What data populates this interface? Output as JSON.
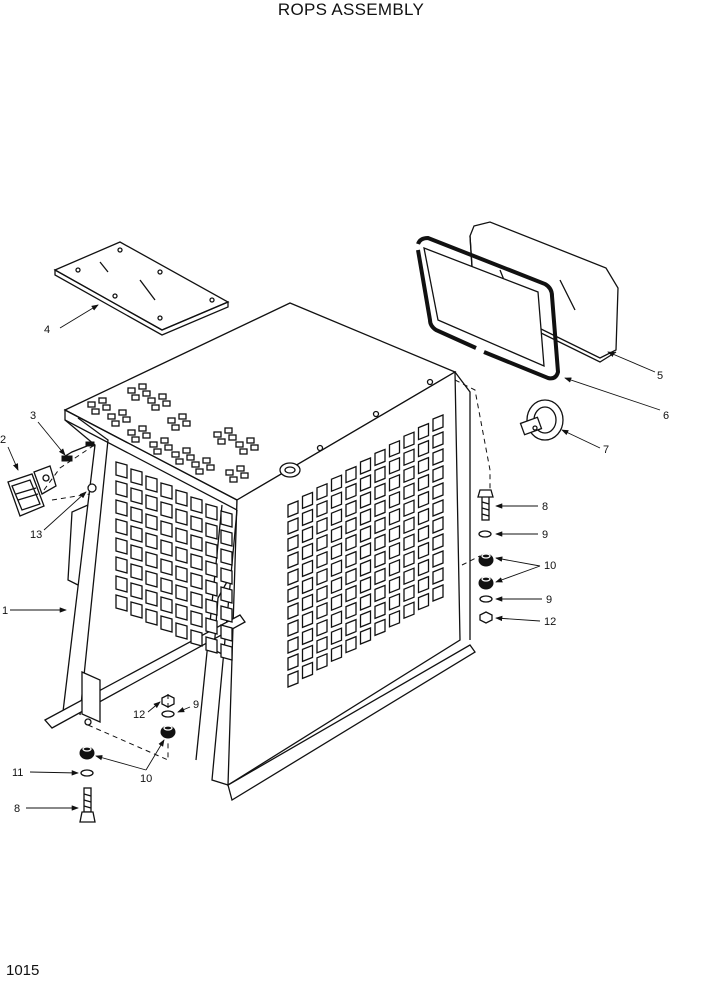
{
  "title": "ROPS ASSEMBLY",
  "page_number": "1015",
  "callouts": [
    {
      "id": "c1",
      "label": "1"
    },
    {
      "id": "c2",
      "label": "2"
    },
    {
      "id": "c3",
      "label": "3"
    },
    {
      "id": "c4",
      "label": "4"
    },
    {
      "id": "c5",
      "label": "5"
    },
    {
      "id": "c6",
      "label": "6"
    },
    {
      "id": "c7",
      "label": "7"
    },
    {
      "id": "c8a",
      "label": "8"
    },
    {
      "id": "c9a",
      "label": "9"
    },
    {
      "id": "c10a",
      "label": "10"
    },
    {
      "id": "c9b",
      "label": "9"
    },
    {
      "id": "c12a",
      "label": "12"
    },
    {
      "id": "c13",
      "label": "13"
    },
    {
      "id": "c12b",
      "label": "12"
    },
    {
      "id": "c9c",
      "label": "9"
    },
    {
      "id": "c10b",
      "label": "10"
    },
    {
      "id": "c11",
      "label": "11"
    },
    {
      "id": "c8b",
      "label": "8"
    }
  ]
}
